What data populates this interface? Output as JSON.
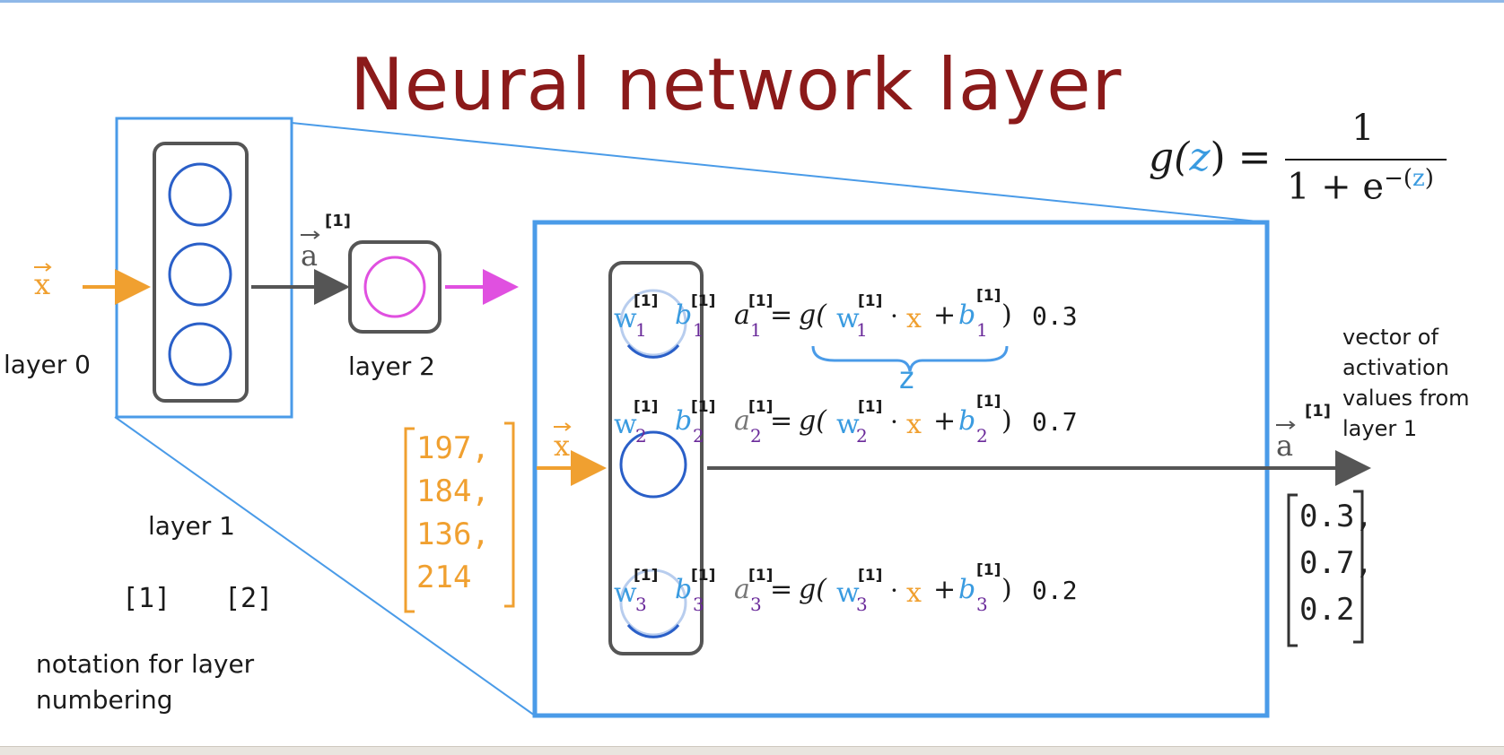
{
  "title": "Neural network layer",
  "colors": {
    "title": "#8b1a1a",
    "frame_blue": "#4a9be8",
    "neuron_blue": "#2a5fc8",
    "magenta": "#e050e0",
    "orange": "#f0a030",
    "purple": "#6a2a9a",
    "gray_box": "#555555"
  },
  "left_diagram": {
    "input_label": "x",
    "layer0_label": "layer 0",
    "layer1_label": "layer 1",
    "layer2_label": "layer 2",
    "activation_label": "a",
    "activation_sup": "[1]"
  },
  "notation": {
    "bracket1": "[1]",
    "bracket2": "[2]",
    "caption_line1": "notation for layer",
    "caption_line2": "numbering"
  },
  "sigmoid": {
    "lhs": "g(",
    "z": "z",
    "rhs_close": ") =",
    "numerator": "1",
    "denominator": "1 + e",
    "exponent_open": "−(",
    "exponent_z": "z",
    "exponent_close": ")"
  },
  "input_vector": {
    "label": "x",
    "values": [
      "197,",
      "184,",
      "136,",
      "214"
    ]
  },
  "neurons": [
    {
      "w": "w",
      "sub": "1",
      "sup": "[1]",
      "b": "b",
      "a": "a",
      "eq": "=",
      "g": "g(",
      "dot": "·",
      "x": "x",
      "plus": "+",
      "close": ")",
      "value": "0.3"
    },
    {
      "w": "w",
      "sub": "2",
      "sup": "[1]",
      "b": "b",
      "a": "a",
      "eq": "=",
      "g": "g(",
      "dot": "·",
      "x": "x",
      "plus": "+",
      "close": ")",
      "value": "0.7"
    },
    {
      "w": "w",
      "sub": "3",
      "sup": "[1]",
      "b": "b",
      "a": "a",
      "eq": "=",
      "g": "g(",
      "dot": "·",
      "x": "x",
      "plus": "+",
      "close": ")",
      "value": "0.2"
    }
  ],
  "z_brace_label": "z",
  "output": {
    "label": "a",
    "sup": "[1]",
    "caption": [
      "vector of",
      "activation",
      "values from",
      "layer 1"
    ],
    "values": [
      "0.3,",
      "0.7,",
      "0.2"
    ]
  }
}
